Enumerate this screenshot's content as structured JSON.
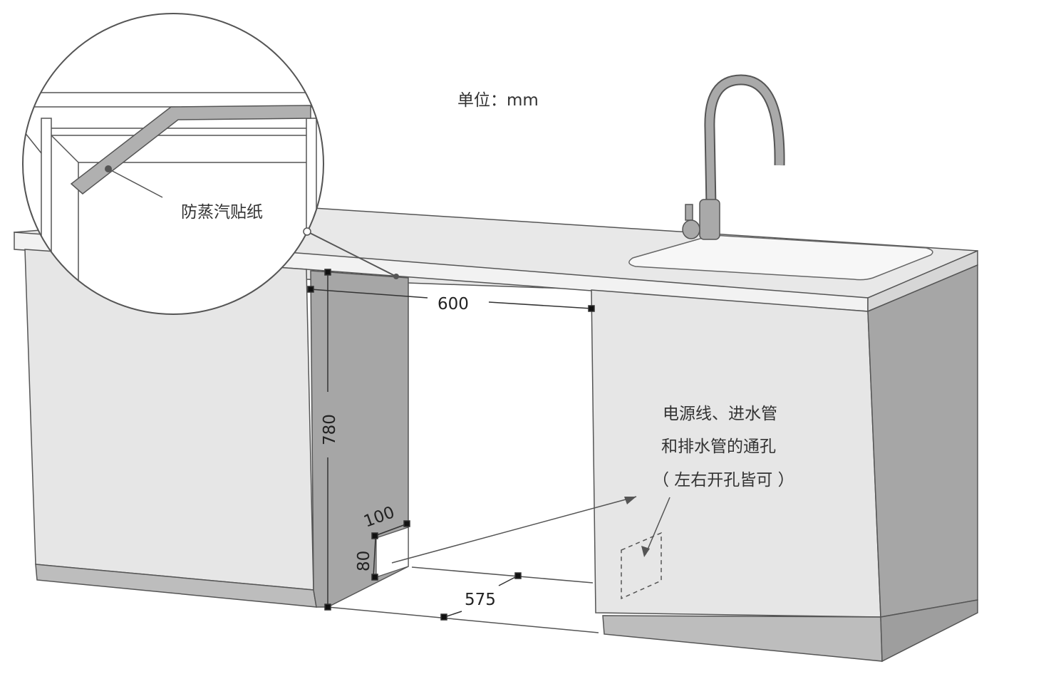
{
  "unit_label": "单位：mm",
  "callout_label": "防蒸汽贴纸",
  "dimensions": {
    "width_top": "600",
    "height": "780",
    "notch_width": "100",
    "notch_height": "80",
    "depth": "575"
  },
  "hole_note": [
    "电源线、进水管",
    "和排水管的通孔",
    "（ 左右开孔皆可 ）"
  ],
  "colors": {
    "panel": "#e6e6e6",
    "side_dark": "#a6a6a6",
    "base": "#bdbdbd",
    "outline": "#4a4a4a"
  }
}
